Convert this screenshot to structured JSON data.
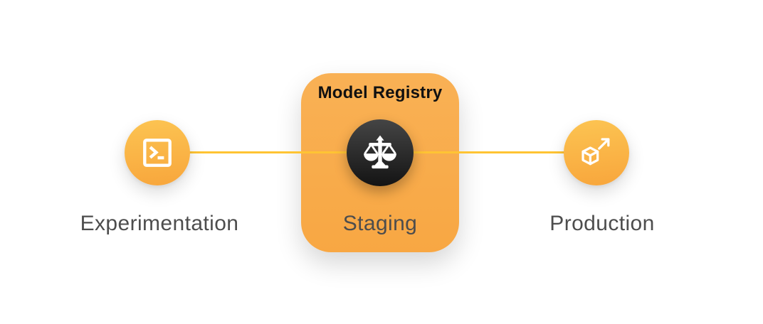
{
  "pipeline": {
    "nodes": [
      {
        "label": "Experimentation",
        "icon": "terminal-icon"
      },
      {
        "label": "Production",
        "icon": "cube-arrow-icon"
      }
    ],
    "registry_card": {
      "title": "Model Registry",
      "stage_label": "Staging",
      "icon": "scales-icon"
    }
  },
  "colors": {
    "node_gradient_top": "#FCC452",
    "node_gradient_bottom": "#F8A63C",
    "registry_gradient_top": "#F9B155",
    "registry_gradient_bottom": "#F8A743",
    "connector_line": "#FFC433",
    "dark_circle_top": "#454545",
    "dark_circle_bottom": "#141414",
    "stage_label_text": "#4D4D4D",
    "registry_title_text": "#111111",
    "icon_stroke": "#FFFFFF"
  }
}
